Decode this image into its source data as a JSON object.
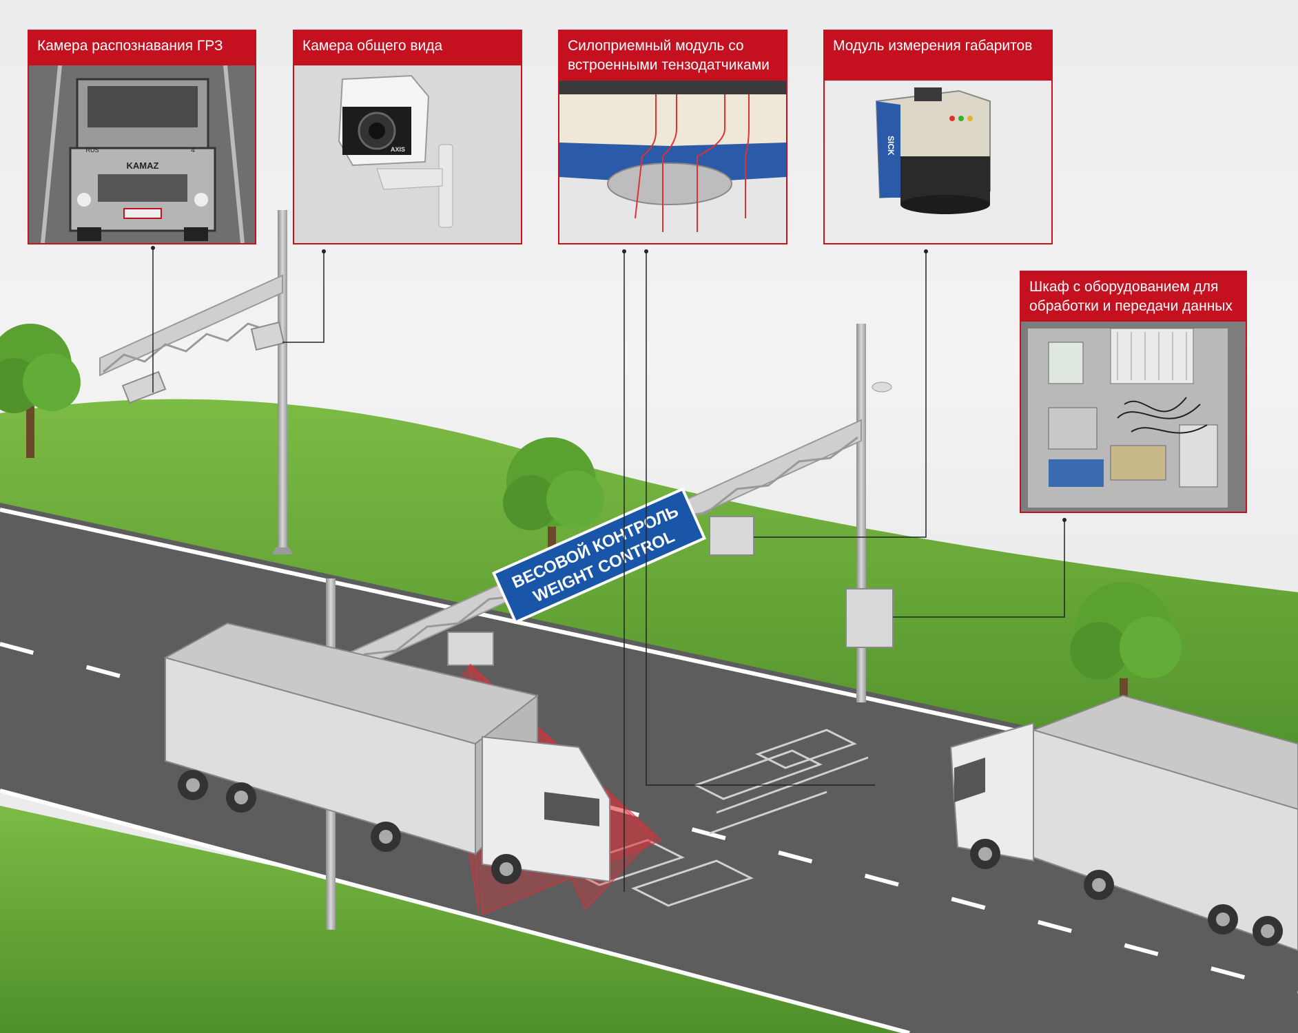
{
  "cards": {
    "plate_camera": {
      "title": "Камера распознавания ГРЗ",
      "truck_brand": "KAMAZ",
      "country_badge": "RUS",
      "cab_number": "4"
    },
    "overview_camera": {
      "title": "Камера общего вида",
      "brand": "AXIS"
    },
    "load_module": {
      "title": "Силоприемный модуль со встроенными тензодатчиками"
    },
    "dimension_module": {
      "title": "Модуль измерения габаритов",
      "brand": "SICK"
    },
    "cabinet": {
      "title": "Шкаф с оборудованием для обработки и передачи данных"
    }
  },
  "sign": {
    "line1": "ВЕСОВОЙ КОНТРОЛЬ",
    "line2": "WEIGHT CONTROL"
  },
  "colors": {
    "accent_red": "#c5111f",
    "sign_blue": "#1a56a8",
    "grass": "#6aa83a",
    "road": "#5d5d5d",
    "laser": "#e0303a"
  }
}
